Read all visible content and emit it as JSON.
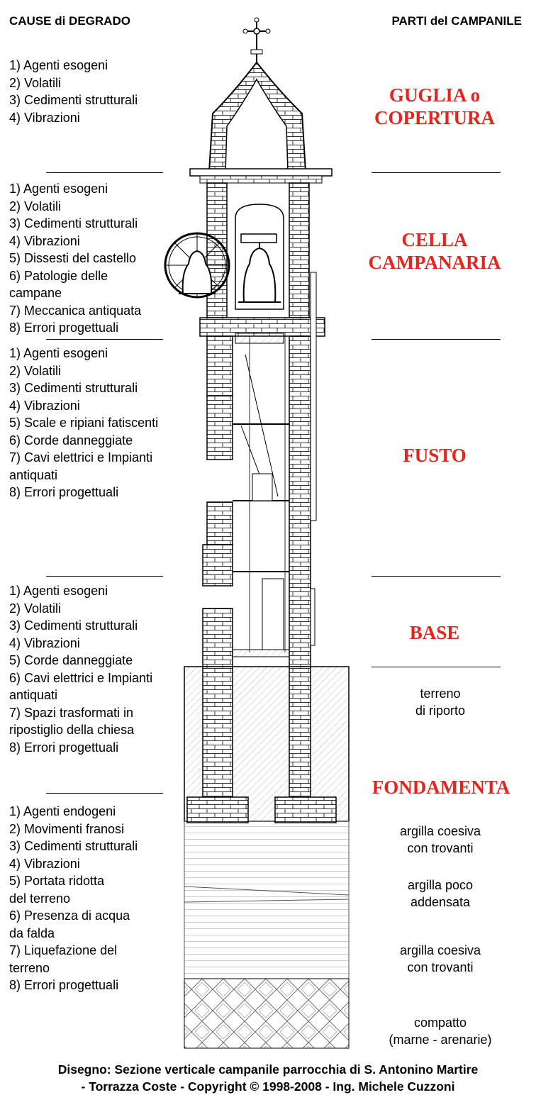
{
  "header": {
    "left": "CAUSE di DEGRADO",
    "right": "PARTI del CAMPANILE"
  },
  "sections": [
    {
      "part": [
        "GUGLIA o",
        "COPERTURA"
      ],
      "causes": [
        "1) Agenti esogeni",
        "2) Volatili",
        "3) Cedimenti strutturali",
        "4) Vibrazioni"
      ]
    },
    {
      "part": [
        "CELLA",
        "CAMPANARIA"
      ],
      "causes": [
        "1) Agenti esogeni",
        "2) Volatili",
        "3) Cedimenti strutturali",
        "4) Vibrazioni",
        "5) Dissesti del castello",
        "6) Patologie delle",
        "campane",
        "7) Meccanica antiquata",
        "8) Errori progettuali"
      ]
    },
    {
      "part": [
        "FUSTO"
      ],
      "causes": [
        "1) Agenti esogeni",
        "2) Volatili",
        "3) Cedimenti strutturali",
        "4) Vibrazioni",
        "5) Scale e ripiani fatiscenti",
        "6) Corde danneggiate",
        "7) Cavi elettrici e Impianti",
        "antiquati",
        "8) Errori progettuali"
      ]
    },
    {
      "part": [
        "BASE"
      ],
      "causes": [
        "1) Agenti esogeni",
        "2) Volatili",
        "3) Cedimenti strutturali",
        "4) Vibrazioni",
        "5) Corde danneggiate",
        "6) Cavi elettrici e Impianti",
        "antiquati",
        "7) Spazi trasformati in",
        "ripostiglio della chiesa",
        "8) Errori progettuali"
      ]
    },
    {
      "part": [
        "FONDAMENTA"
      ],
      "causes": [
        "1) Agenti endogeni",
        "2) Movimenti franosi",
        "3) Cedimenti strutturali",
        "4) Vibrazioni",
        "5) Portata ridotta",
        "del terreno",
        "6) Presenza di acqua",
        "da falda",
        "7) Liquefazione del",
        "terreno",
        "8) Errori progettuali"
      ]
    }
  ],
  "soil_labels": [
    [
      "terreno",
      "di riporto"
    ],
    [
      "argilla coesiva",
      "con trovanti"
    ],
    [
      "argilla poco",
      "addensata"
    ],
    [
      "argilla coesiva",
      "con trovanti"
    ],
    [
      "compatto",
      "(marne - arenarie)"
    ]
  ],
  "footer": [
    "Disegno: Sezione verticale campanile parrocchia di S. Antonino Martire",
    "- Torrazza Coste - Copyright © 1998-2008 - Ing. Michele Cuzzoni"
  ]
}
